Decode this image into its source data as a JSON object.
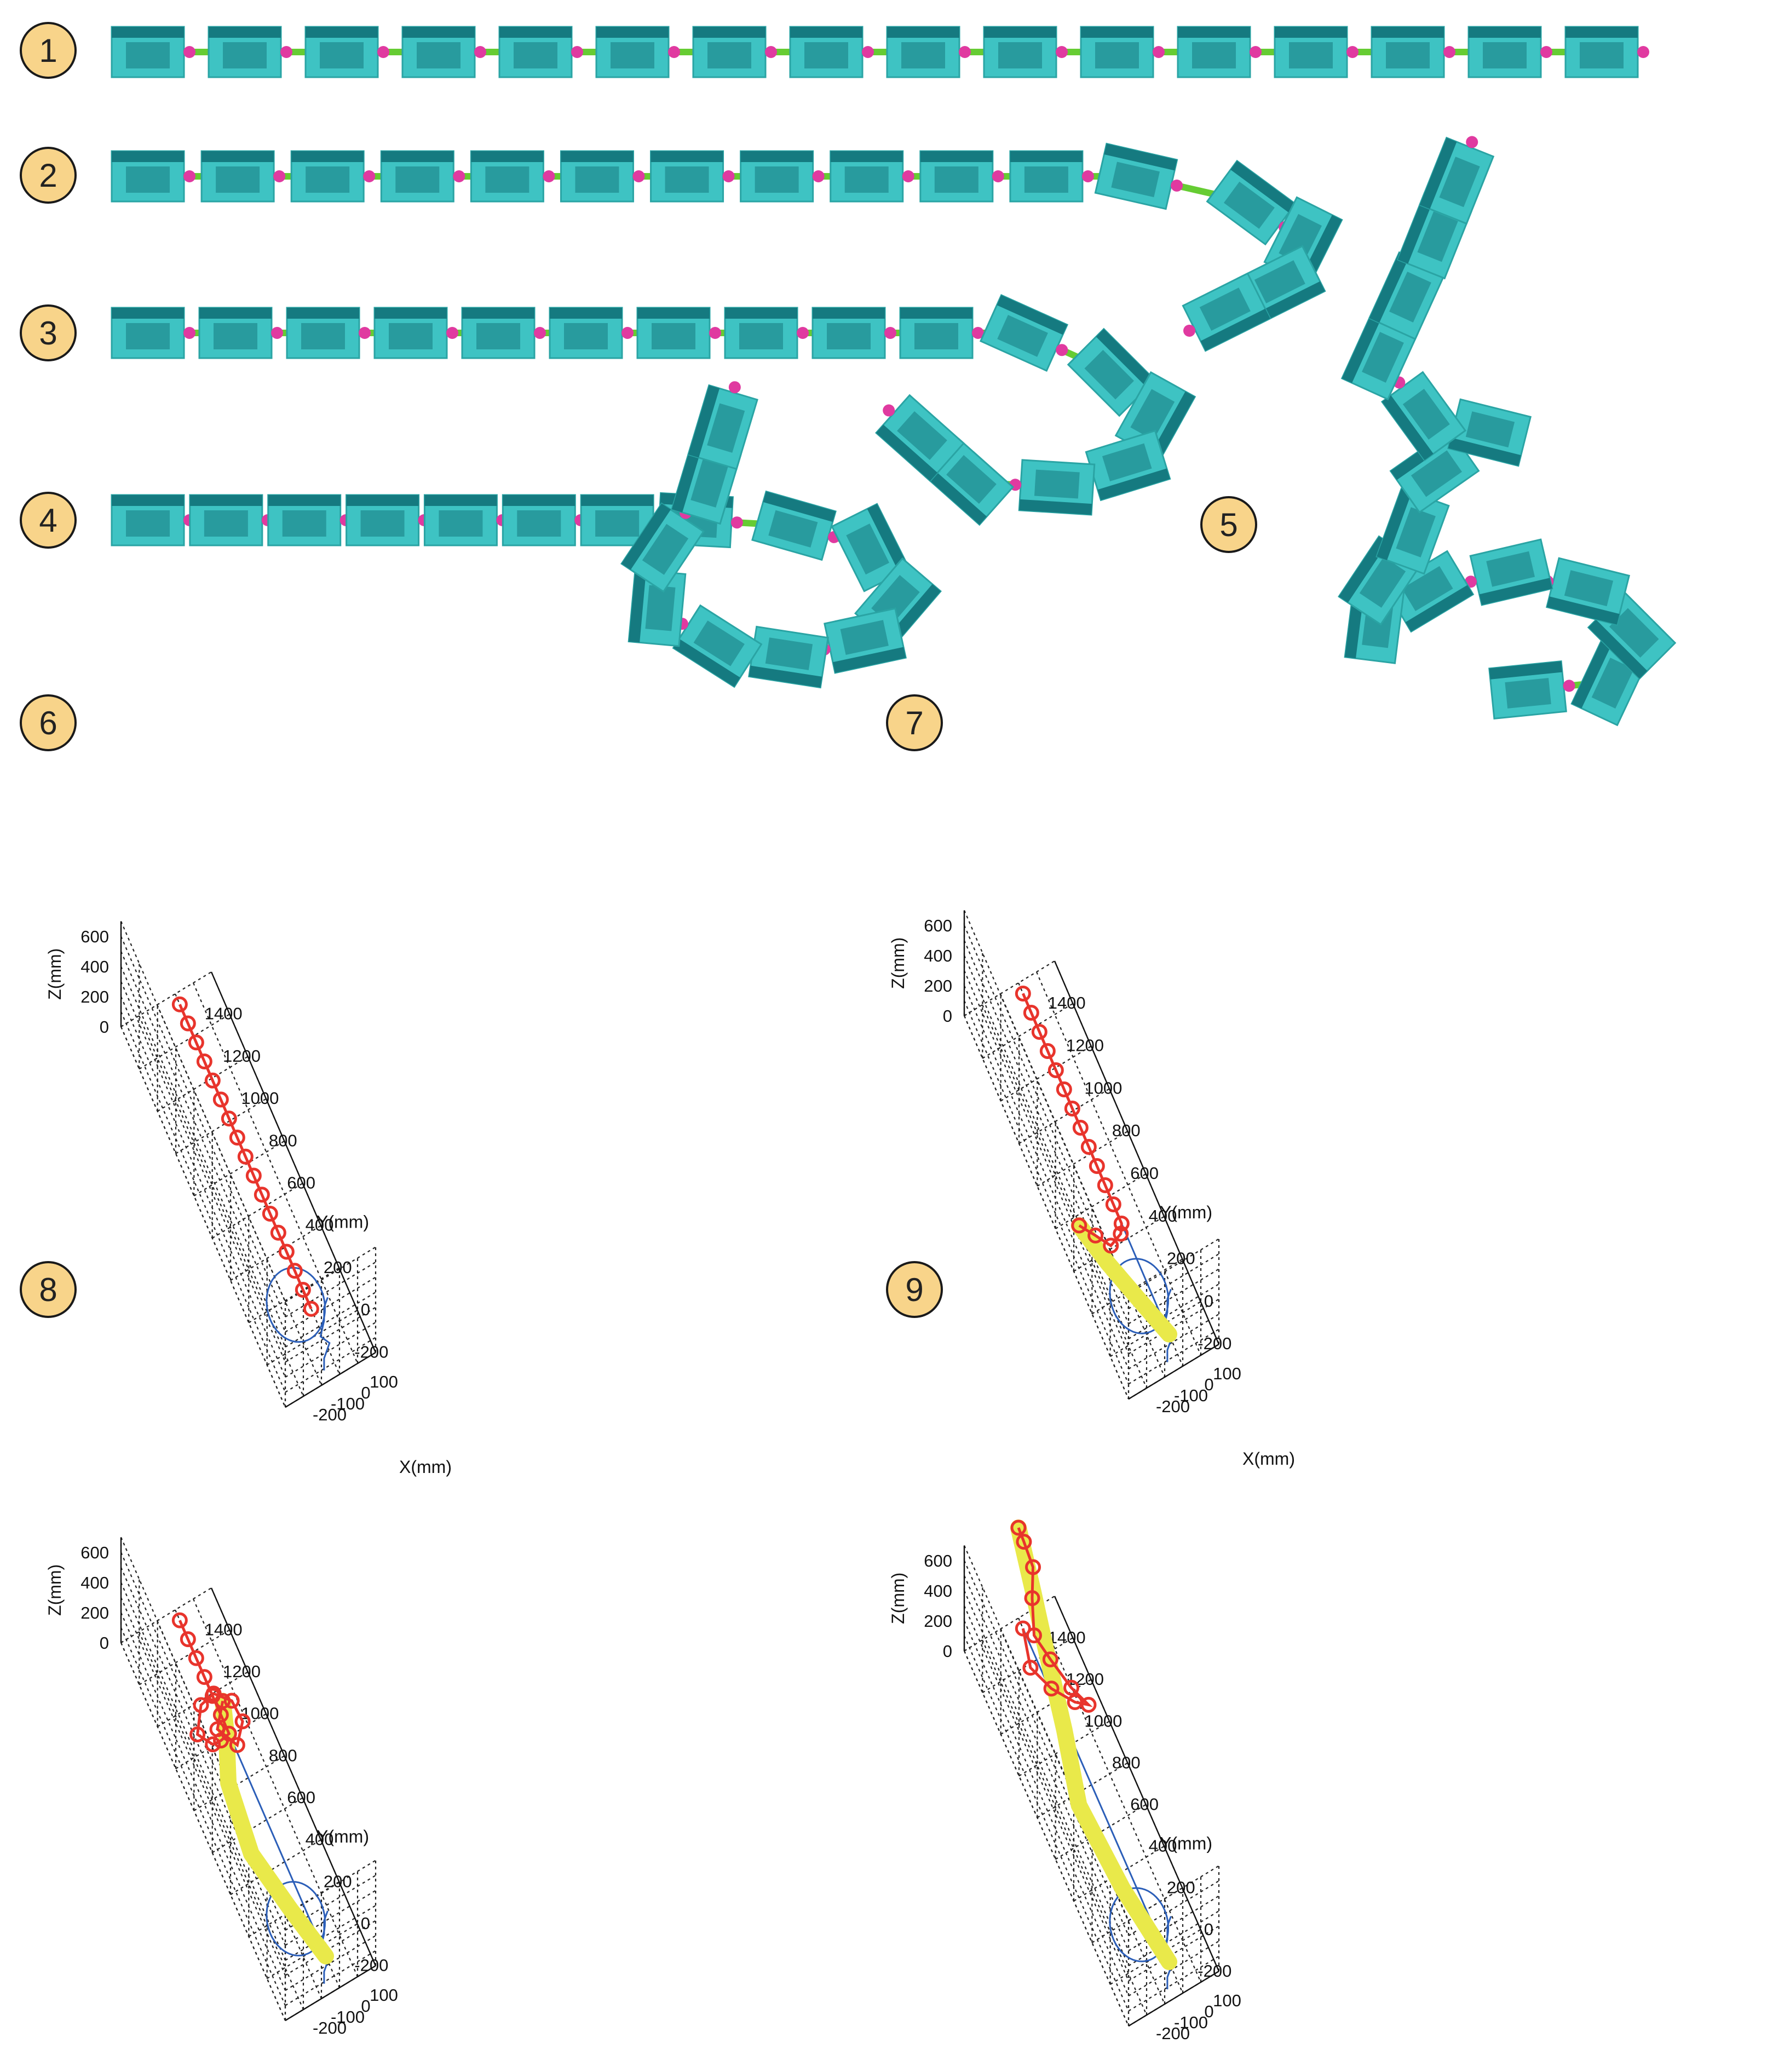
{
  "step_labels": [
    "1",
    "2",
    "3",
    "4",
    "5",
    "6",
    "7",
    "8",
    "9"
  ],
  "colors": {
    "badge_fill": "#f8d48a",
    "module_body": "#3ec3c3",
    "module_dark": "#157a80",
    "joint_pink": "#e03aa0",
    "link_green": "#66cc33",
    "backbone_red": "#e8342c",
    "head_trail_yellow": "#e9e94a",
    "projection_blue": "#2b5eb8",
    "grid": "#222222"
  },
  "axes": {
    "z_label": "Z(mm)",
    "y_label": "Y(mm)",
    "x_label": "X(mm)",
    "z_ticks": [
      "600",
      "400",
      "200",
      "0"
    ],
    "y_ticks": [
      "1400",
      "1200",
      "1000",
      "800",
      "600",
      "400",
      "200",
      "0",
      "-200"
    ],
    "x_ticks": [
      "-200",
      "-100",
      "0",
      "100"
    ]
  },
  "plots": [
    {
      "id": "6",
      "y_axis_label": true,
      "x_axis_label": true
    },
    {
      "id": "7",
      "y_axis_label": true,
      "x_axis_label": true
    },
    {
      "id": "8",
      "y_axis_label": true,
      "x_axis_label": true
    },
    {
      "id": "9",
      "y_axis_label": true,
      "x_axis_label": true
    }
  ]
}
